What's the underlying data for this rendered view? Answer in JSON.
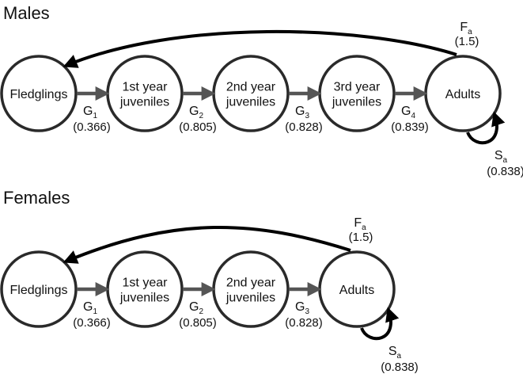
{
  "colors": {
    "node_stroke": "#2a2a2a",
    "transition_arrow": "#555555",
    "feedback_arrow": "#000000",
    "text": "#111111"
  },
  "panels": [
    {
      "id": "males",
      "title": "Males",
      "nodes": [
        "Fledglings",
        "1st year|juveniles",
        "2nd year|juveniles",
        "3rd year|juveniles",
        "Adults"
      ],
      "transitions": [
        {
          "symbol": "G",
          "subscript": "1",
          "value": "(0.366)"
        },
        {
          "symbol": "G",
          "subscript": "2",
          "value": "(0.805)"
        },
        {
          "symbol": "G",
          "subscript": "3",
          "value": "(0.828)"
        },
        {
          "symbol": "G",
          "subscript": "4",
          "value": "(0.839)"
        }
      ],
      "fecundity": {
        "symbol": "F",
        "subscript": "a",
        "value": "(1.5)"
      },
      "survival": {
        "symbol": "S",
        "subscript": "a",
        "value": "(0.838)"
      }
    },
    {
      "id": "females",
      "title": "Females",
      "nodes": [
        "Fledglings",
        "1st year|juveniles",
        "2nd year|juveniles",
        "Adults"
      ],
      "transitions": [
        {
          "symbol": "G",
          "subscript": "1",
          "value": "(0.366)"
        },
        {
          "symbol": "G",
          "subscript": "2",
          "value": "(0.805)"
        },
        {
          "symbol": "G",
          "subscript": "3",
          "value": "(0.828)"
        }
      ],
      "fecundity": {
        "symbol": "F",
        "subscript": "a",
        "value": "(1.5)"
      },
      "survival": {
        "symbol": "S",
        "subscript": "a",
        "value": "(0.838)"
      }
    }
  ]
}
